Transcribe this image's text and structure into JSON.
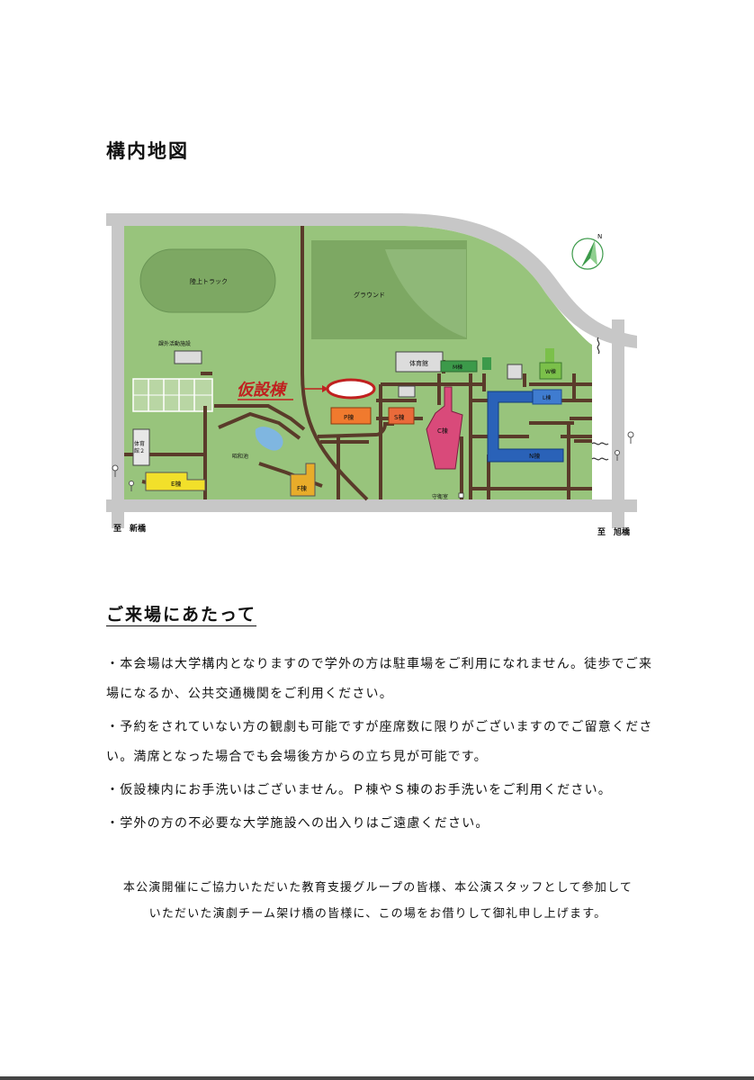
{
  "page_title": "構内地図",
  "map": {
    "labels": {
      "track": "陸上トラック",
      "ground": "グラウンド",
      "outdoor_facility": "課外活動施設",
      "gym": "体育館",
      "gym2": "体育\n館２",
      "pond": "昭和池",
      "kasetsu": "仮設棟",
      "m_building": "M棟",
      "w_building": "W棟",
      "l_building": "L棟",
      "p_building": "P棟",
      "s_building": "S棟",
      "c_building": "C棟",
      "n_building": "N棟",
      "e_building": "E棟",
      "f_building": "F棟",
      "guardhouse": "守衛室",
      "north": "N",
      "dest_left": "至　新橋",
      "dest_right": "至　旭橋"
    },
    "colors": {
      "campus_green": "#98c47c",
      "road_gray": "#c7c7c7",
      "path_brown": "#5a3b2a",
      "kasetsu_red": "#c0201f",
      "p_orange": "#f07a2e",
      "c_pink": "#d94a7a",
      "n_blue": "#2a62b8",
      "yellow": "#f2e02a"
    }
  },
  "section_heading": "ご来場にあたって",
  "notes": [
    "・本会場は大学構内となりますので学外の方は駐車場をご利用になれません。徒歩でご来場になるか、公共交通機関をご利用ください。",
    "・予約をされていない方の観劇も可能ですが座席数に限りがございますのでご留意ください。満席となった場合でも会場後方からの立ち見が可能です。",
    "・仮設棟内にお手洗いはございません。Ｐ棟やＳ棟のお手洗いをご利用ください。",
    "・学外の方の不必要な大学施設への出入りはご遠慮ください。"
  ],
  "thanks": {
    "line1": "本公演開催にご協力いただいた教育支援グループの皆様、本公演スタッフとして参加して",
    "line2": "いただいた演劇チーム架け橋の皆様に、この場をお借りして御礼申し上げます。"
  }
}
